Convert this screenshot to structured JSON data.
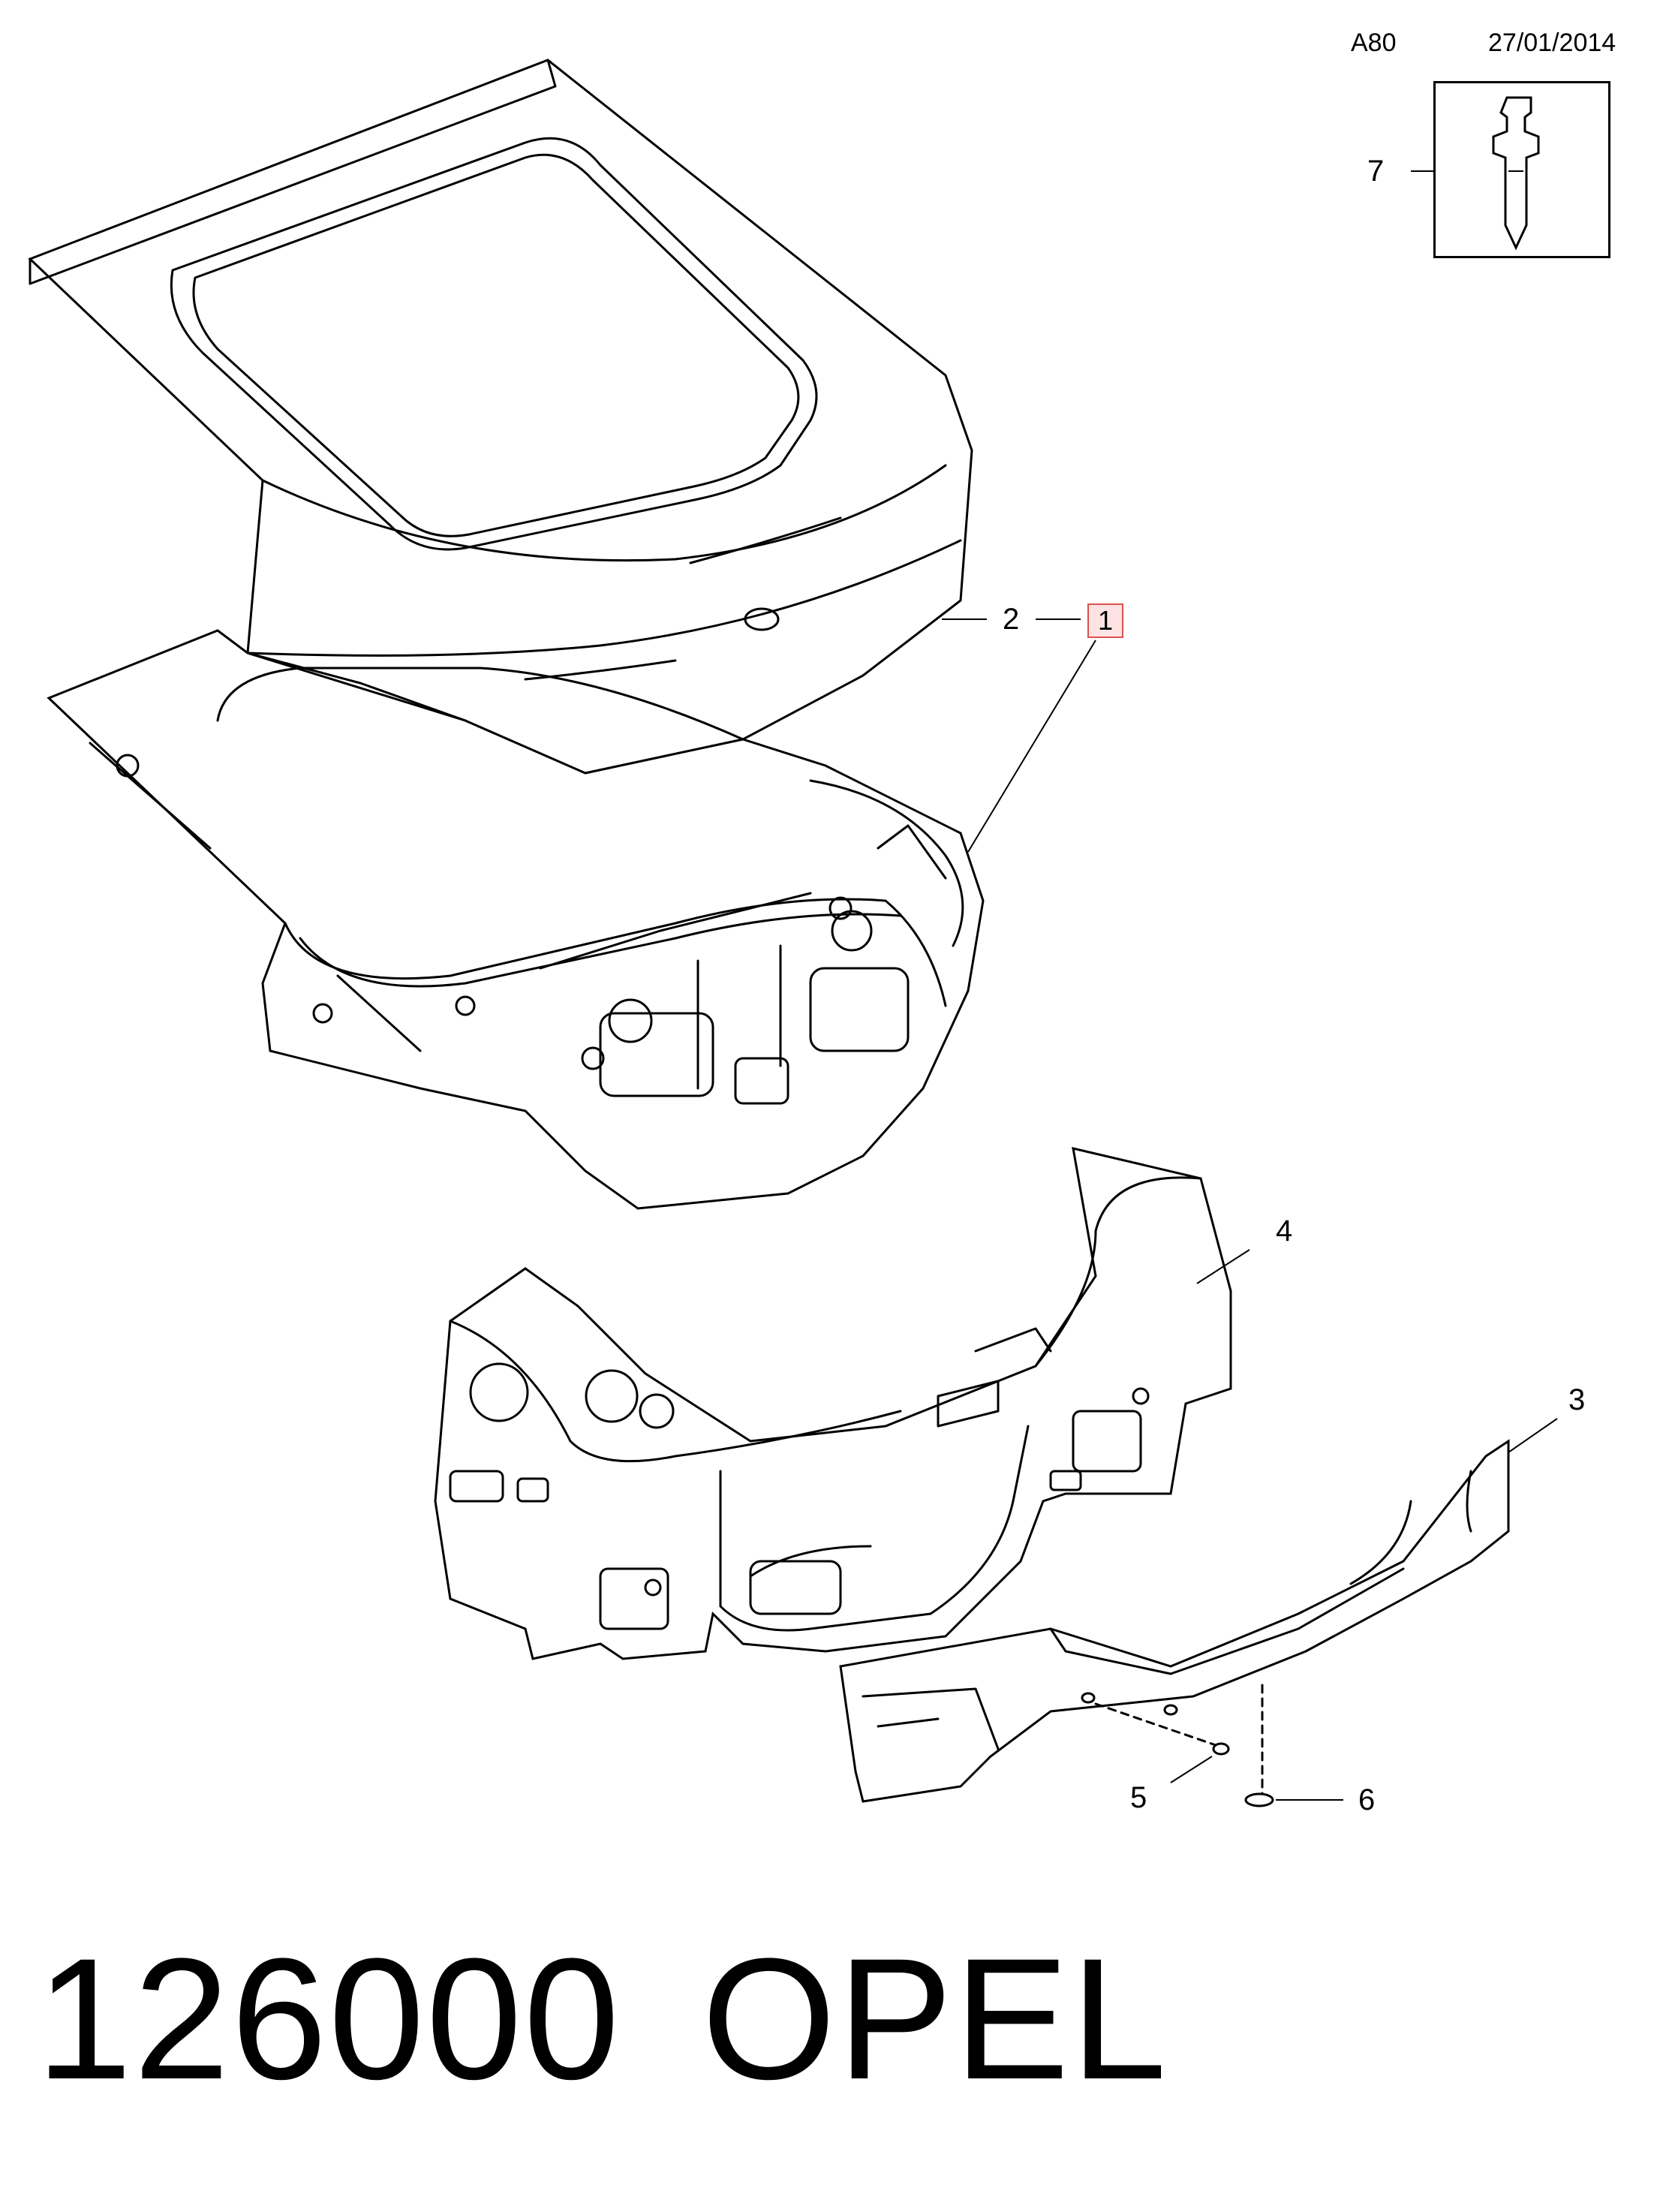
{
  "header": {
    "model_code": "A80",
    "date": "27/01/2014"
  },
  "callouts": {
    "part_1": "1",
    "part_2": "2",
    "part_3": "3",
    "part_4": "4",
    "part_5": "5",
    "part_6": "6",
    "part_7": "7"
  },
  "footer": {
    "section_number": "126000",
    "brand": "OPEL"
  },
  "colors": {
    "highlight_fill": "#fde3e3",
    "highlight_border": "#d9534f",
    "line": "#000000"
  }
}
